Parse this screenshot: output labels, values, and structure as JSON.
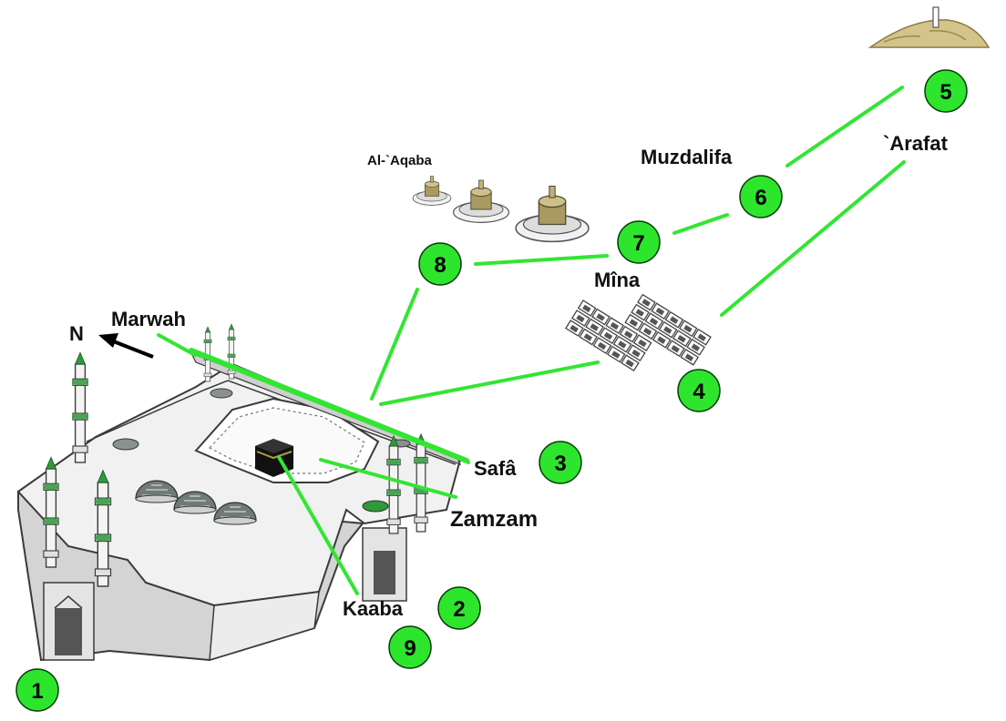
{
  "colors": {
    "route": "#33e533",
    "badge_fill": "#2ee52e",
    "badge_stroke": "#0a3d0a",
    "building": "#f1f1f1",
    "building_shade": "#d4d4d4",
    "outline": "#3a3a3a",
    "dome": "#6f7a79",
    "minaret_cap": "#2e9a3c",
    "kaaba": "#111111",
    "hill": "#d5c48a"
  },
  "labels": {
    "north": "N",
    "marwah": "Marwah",
    "safa": "Safâ",
    "zamzam": "Zamzam",
    "kaaba": "Kaaba",
    "mina": "Mîna",
    "muzdalifa": "Muzdalifa",
    "arafat": "`Arafat",
    "aqaba": "Al-`Aqaba"
  },
  "steps": [
    "1",
    "2",
    "3",
    "4",
    "5",
    "6",
    "7",
    "8",
    "9"
  ],
  "icons": {
    "north_arrow": "arrow-left-up-icon",
    "dome": "dome-icon",
    "minaret": "minaret-icon",
    "kaaba": "kaaba-cube-icon",
    "tents": "tent-camp-icon",
    "jamarat": "jamarat-pillar-icon",
    "hill": "mount-arafat-icon"
  }
}
